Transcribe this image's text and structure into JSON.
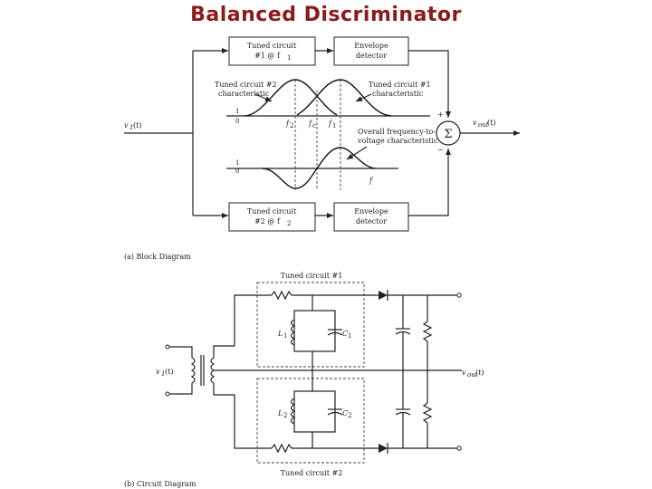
{
  "title": "Balanced Discriminator",
  "block_diagram": {
    "tuned1_line1": "Tuned circuit",
    "tuned1_line2": "#1 @ f",
    "tuned1_sub": "1",
    "tuned2_line1": "Tuned circuit",
    "tuned2_line2": "#2 @ f",
    "tuned2_sub": "2",
    "env_line1": "Envelope",
    "env_line2": "detector",
    "input_label": "v",
    "input_sub": "1",
    "input_arg": "(t)",
    "output_label": "v",
    "output_sub": "out",
    "output_arg": "(t)",
    "sum_symbol": "Σ",
    "plus": "+",
    "minus": "−",
    "char2_line1": "Tuned circuit #2",
    "char2_line2": "characteristic",
    "char1_line1": "Tuned circuit #1",
    "char1_line2": "characteristic",
    "overall_line1": "Overall frequency-to-",
    "overall_line2": "voltage characteristic",
    "axis_one": "1",
    "axis_zero": "0",
    "f2": "f",
    "f2_sub": "2",
    "fc": "f",
    "fc_sub": "c",
    "f1": "f",
    "f1_sub": "1",
    "f_axis": "f",
    "caption": "(a) Block Diagram"
  },
  "circuit_diagram": {
    "tuned1_label": "Tuned circuit #1",
    "tuned2_label": "Tuned circuit #2",
    "L1": "L",
    "L1_sub": "1",
    "C1": "C",
    "C1_sub": "1",
    "L2": "L",
    "L2_sub": "2",
    "C2": "C",
    "C2_sub": "2",
    "input_label": "v",
    "input_sub": "1",
    "input_arg": "(t)",
    "output_label": "v",
    "output_sub": "out",
    "output_arg": "(t)",
    "caption": "(b) Circuit Diagram"
  }
}
